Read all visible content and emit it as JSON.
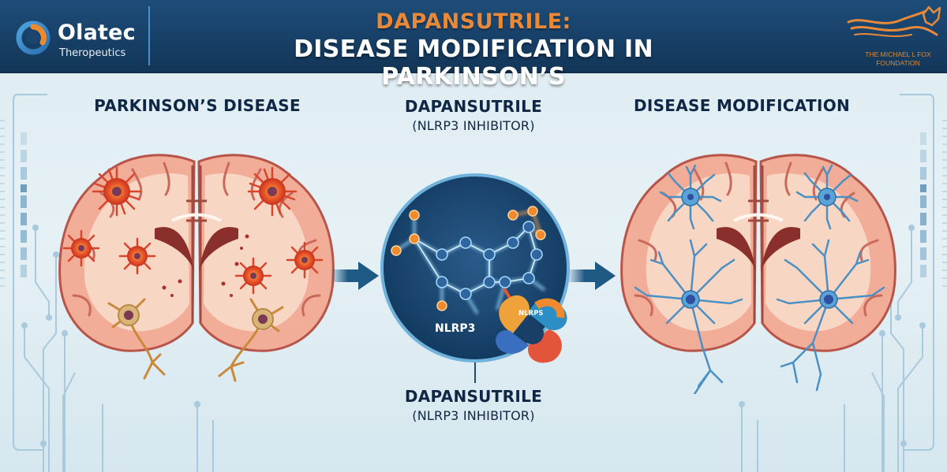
{
  "header": {
    "left_logo": {
      "name": "Olatec",
      "subtitle": "Theropeutics",
      "icon": "olatec-ring-logo-icon"
    },
    "title_line1": "DAPANSUTRILE:",
    "title_line2": "DISEASE MODIFICATION IN PARKINSON’S",
    "right_logo": {
      "text_line1": "THE MICHAEL L FOX",
      "text_line2": "FOUNDATION",
      "icon": "fox-logo-icon"
    }
  },
  "panels": {
    "left": {
      "title": "PARKINSON’S DISEASE",
      "illustration": "inflamed-brain-icon"
    },
    "center": {
      "title": "DAPANSUTRILE",
      "subtitle": "(NLRP3 INHIBITOR)",
      "illustration": "molecule-inhibiting-nlrp3-icon",
      "circle_label": "NLRP3",
      "protein_label": "NLRPS",
      "bottom_title": "DAPANSUTRILE",
      "bottom_subtitle": "(NLRP3 INHIBITOR)"
    },
    "right": {
      "title": "DISEASE MODIFICATION",
      "illustration": "healthy-brain-icon"
    }
  },
  "colors": {
    "header_bg": "#1b4872",
    "title_accent": "#e8893a",
    "text_dark": "#0f2744",
    "arrow": "#1f5a85",
    "brain_pink": "#f2ad98",
    "inflamed_orange": "#e8552c",
    "healthy_blue": "#4a90c4"
  }
}
